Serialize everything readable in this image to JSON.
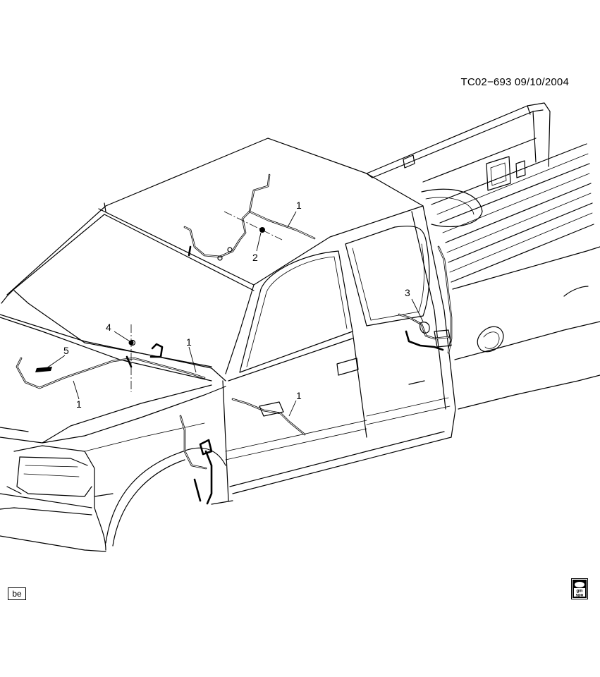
{
  "diagram": {
    "reference": "TC02−693  09/10/2004",
    "callouts": [
      {
        "id": "c1a",
        "label": "1"
      },
      {
        "id": "c2",
        "label": "2"
      },
      {
        "id": "c3",
        "label": "3"
      },
      {
        "id": "c4",
        "label": "4"
      },
      {
        "id": "c5",
        "label": "5"
      },
      {
        "id": "c1b",
        "label": "1"
      },
      {
        "id": "c1c",
        "label": "1"
      },
      {
        "id": "c1d",
        "label": "1"
      }
    ],
    "corner_badge": "be",
    "logo": {
      "icon": "gm-spo-logo",
      "line1": "gm",
      "line2": "spo"
    }
  }
}
